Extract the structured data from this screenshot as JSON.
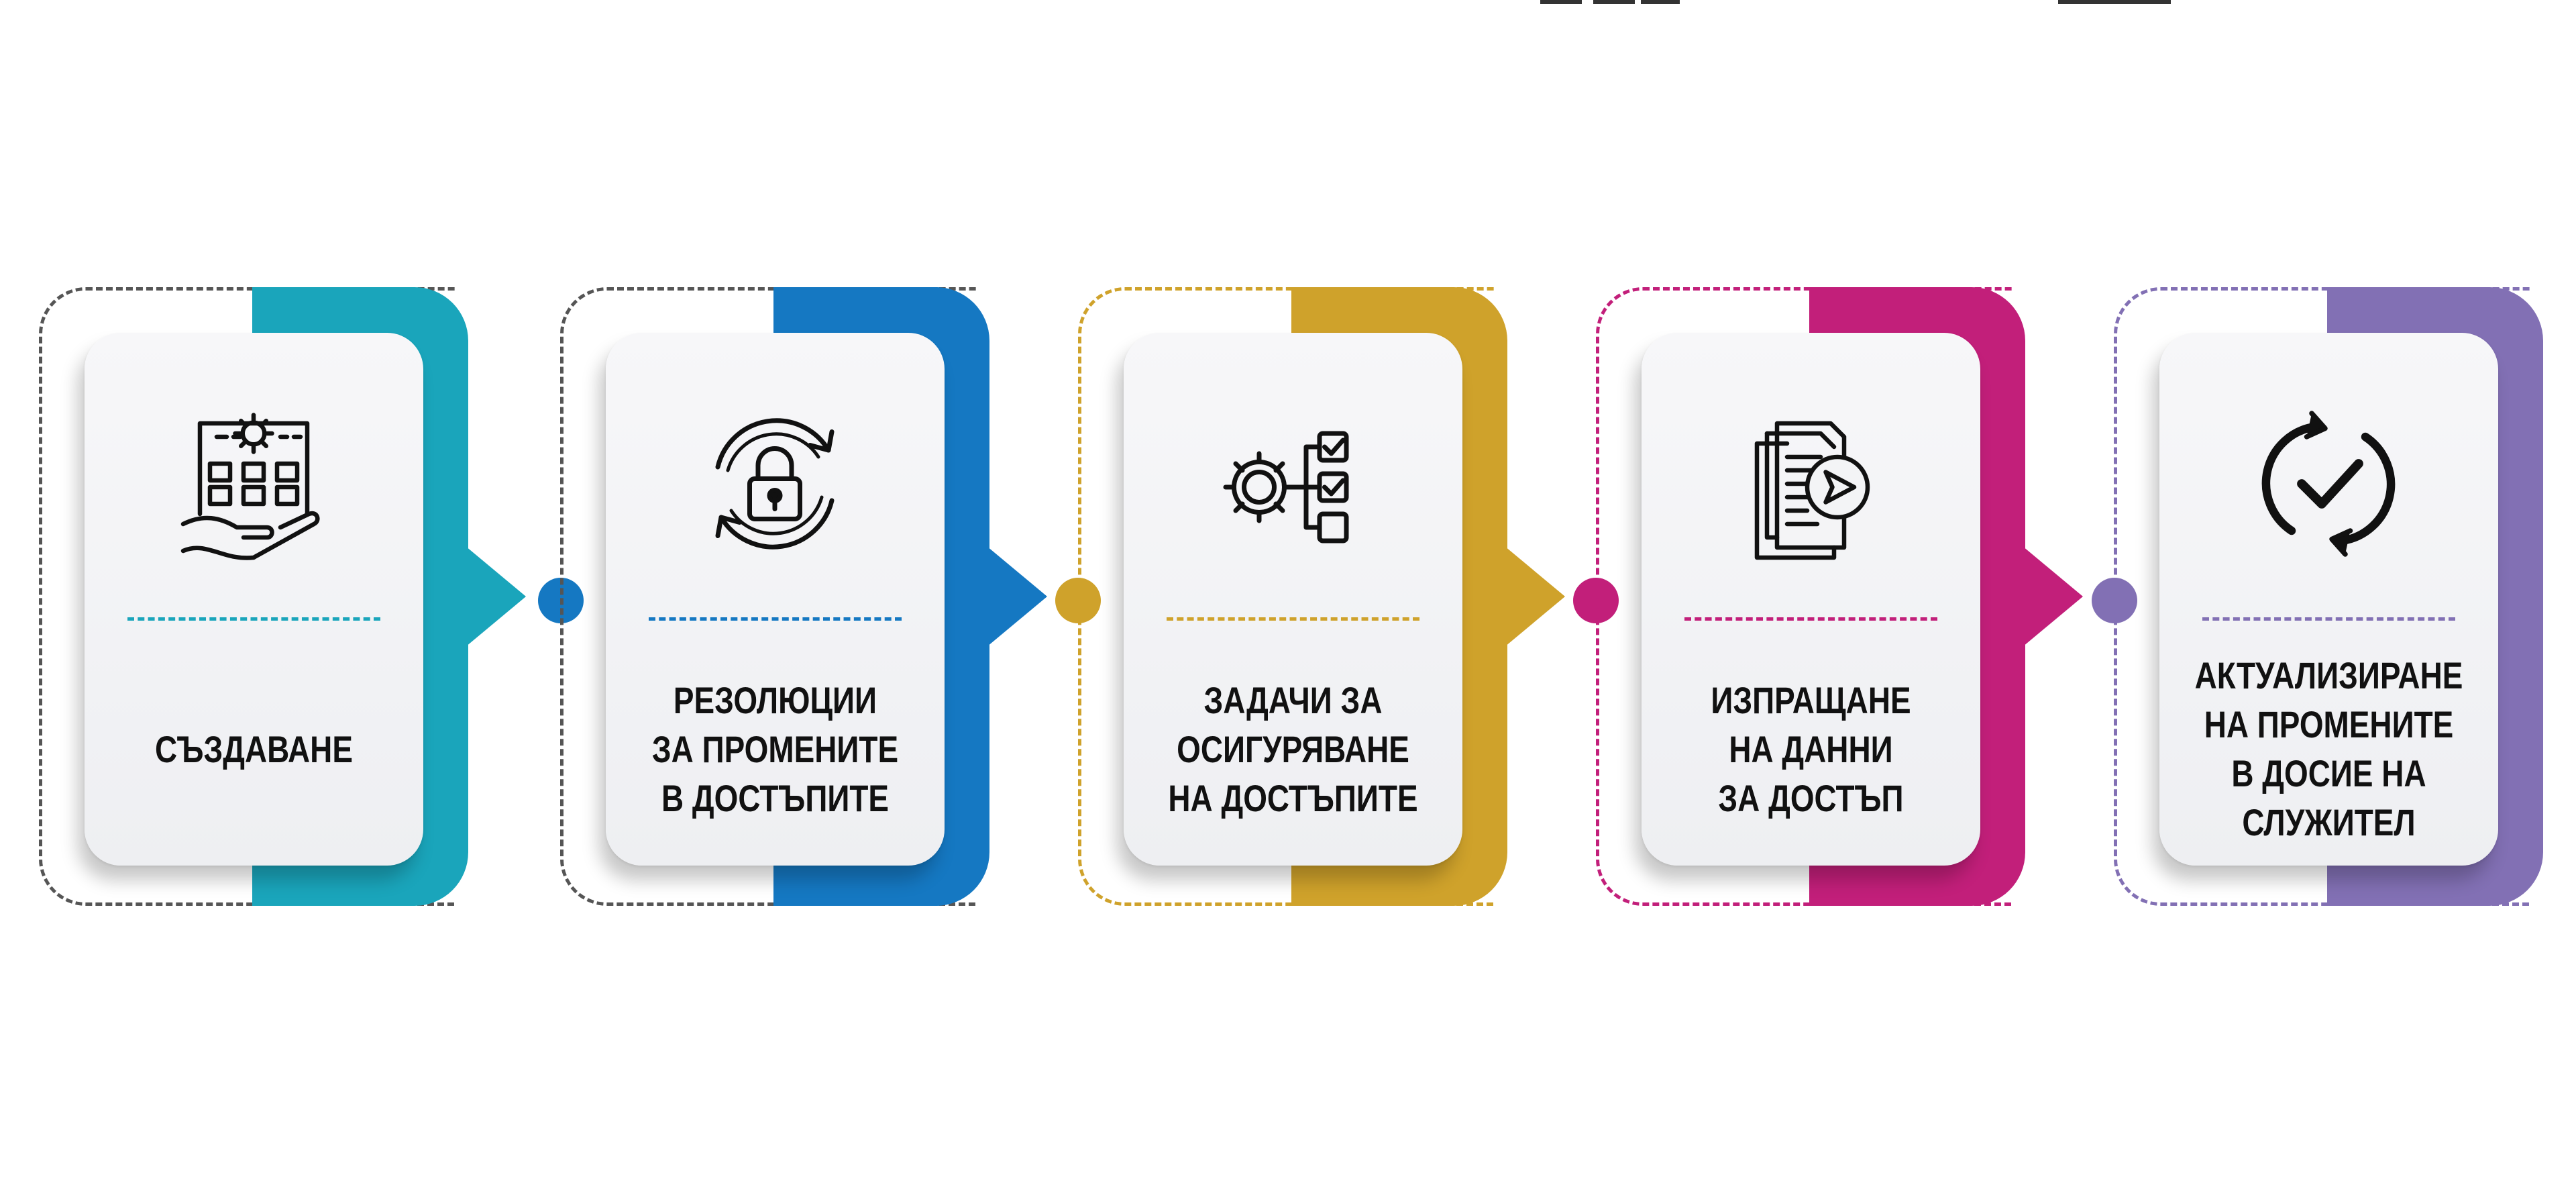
{
  "steps": [
    {
      "label": "СЪЗДАВАНЕ",
      "icon": "building-gear-hand-icon",
      "color": "#1aa5bb"
    },
    {
      "label": "РЕЗОЛЮЦИИ\nЗА ПРОМЕНИТЕ\nВ ДОСТЪПИТЕ",
      "icon": "lock-refresh-icon",
      "color": "#1578c2"
    },
    {
      "label": "ЗАДАЧИ ЗА\nОСИГУРЯВАНЕ\nНА ДОСТЪПИТЕ",
      "icon": "gear-checklist-icon",
      "color": "#cfa22b"
    },
    {
      "label": "ИЗПРАЩАНЕ\nНА ДАННИ\nЗА ДОСТЪП",
      "icon": "document-send-icon",
      "color": "#c21f7a"
    },
    {
      "label": "АКТУАЛИЗИРАНЕ\nНА ПРОМЕНИТЕ\nВ ДОСИЕ НА\nСЛУЖИТЕЛ",
      "icon": "sync-check-icon",
      "color": "#8270b4"
    }
  ],
  "frame_colors": [
    "#555555",
    "#555555",
    "#cfa22b",
    "#c21f7a",
    "#8270b4"
  ]
}
